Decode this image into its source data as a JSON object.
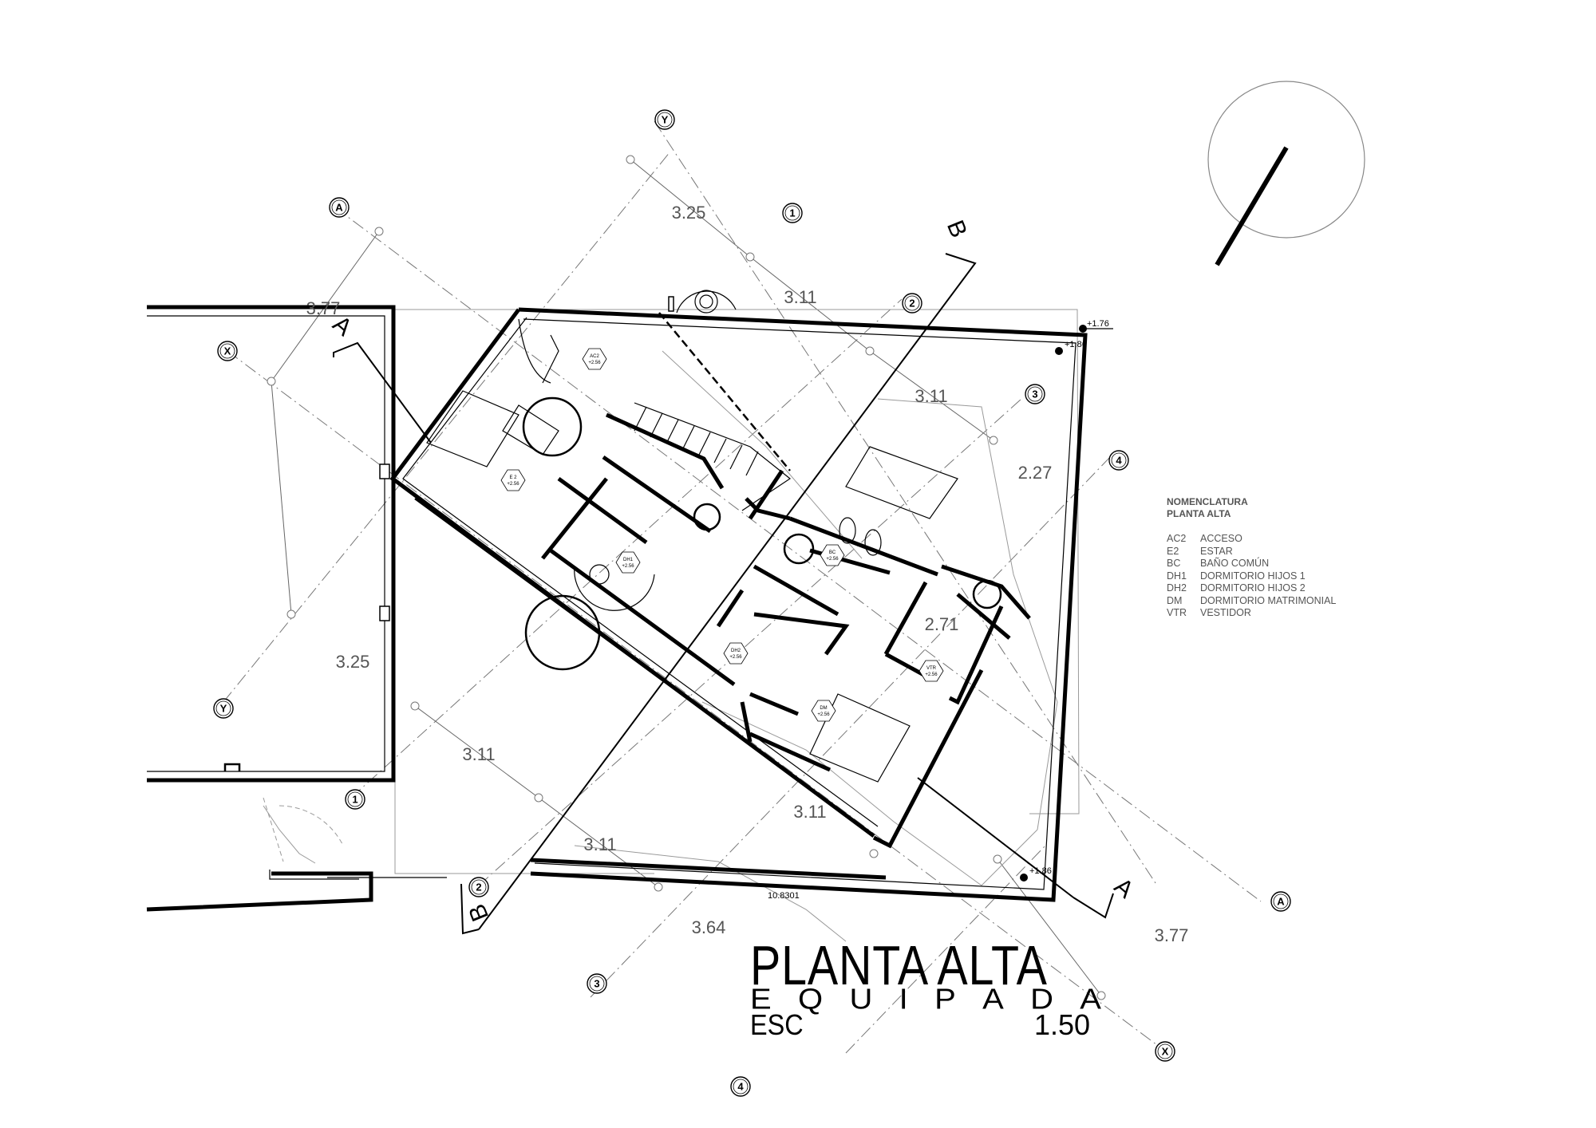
{
  "title": {
    "main": "PLANTA ALTA",
    "sub": "EQUIPADA",
    "scale_label": "ESC",
    "scale_value": "1.50"
  },
  "legend": {
    "title_line1": "NOMENCLATURA",
    "title_line2": "PLANTA ALTA",
    "items": [
      {
        "code": "AC2",
        "name": "ACCESO"
      },
      {
        "code": "E2",
        "name": "ESTAR"
      },
      {
        "code": "BC",
        "name": "BAÑO COMÚN"
      },
      {
        "code": "DH1",
        "name": "DORMITORIO HIJOS 1"
      },
      {
        "code": "DH2",
        "name": "DORMITORIO HIJOS 2"
      },
      {
        "code": "DM",
        "name": "DORMITORIO MATRIMONIAL"
      },
      {
        "code": "VTR",
        "name": "VESTIDOR"
      }
    ]
  },
  "grid_bubbles": {
    "y": "Y",
    "x": "X",
    "a": "A",
    "one": "1",
    "two": "2",
    "three": "3",
    "four": "4"
  },
  "dimensions": {
    "d_325_top": "3.25",
    "d_311_top": "3.11",
    "d_377_left": "3.77",
    "d_311_mid": "3.11",
    "d_227": "2.27",
    "d_271": "2.71",
    "d_325_left": "3.25",
    "d_311_left": "3.11",
    "d_311_bottom": "3.11",
    "d_311_bottom2": "3.11",
    "d_364": "3.64",
    "d_377_right": "3.77",
    "overall": "10.8301"
  },
  "levels": {
    "lvl_176": "+1.76",
    "lvl_186": "+1.86",
    "lvl_bottom": "+1.86"
  },
  "sections": {
    "a_left": "A",
    "a_right": "A",
    "b_top": "B",
    "b_bottom": "B"
  },
  "rooms": {
    "ac2": "AC2",
    "e2": "E 2",
    "dh1": "DH1",
    "bc": "BC",
    "dh2": "DH2",
    "vtr": "VTR",
    "dm": "DM",
    "height": "+2.56"
  }
}
